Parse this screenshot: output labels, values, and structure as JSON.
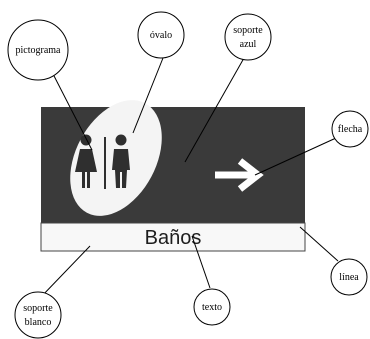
{
  "sign": {
    "text": "Baños",
    "colors": {
      "panel": "#3a3a3a",
      "oval": "#f4f4f4",
      "strip": "#f8f8f8",
      "figure": "#2f2f2f",
      "arrow": "#ffffff"
    },
    "icons": [
      "restroom-pictogram-icon",
      "arrow-right-icon"
    ]
  },
  "callouts": {
    "pictograma": "pictograma",
    "ovalo": "óvalo",
    "soporte_azul": [
      "soporte",
      "azul"
    ],
    "flecha": "flecha",
    "linea": "línea",
    "soporte_blanco": [
      "soporte",
      "blanco"
    ],
    "texto": "texto"
  }
}
